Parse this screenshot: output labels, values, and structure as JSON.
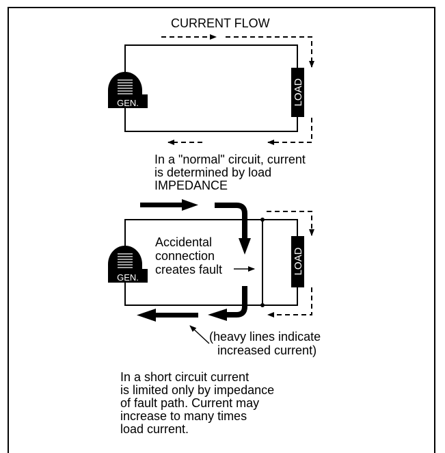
{
  "diagram1": {
    "title": "CURRENT FLOW",
    "generator_label": "GEN.",
    "load_label": "LOAD",
    "caption": [
      "In a \"normal\" circuit, current",
      "is determined by load",
      "IMPEDANCE"
    ]
  },
  "diagram2": {
    "generator_label": "GEN.",
    "load_label": "LOAD",
    "fault_label": [
      "Accidental",
      "connection",
      "creates fault"
    ],
    "heavy_note": [
      "(heavy lines indicate",
      "increased current)"
    ],
    "caption": [
      "In a short circuit current",
      "is limited only by impedance",
      "of fault path. Current may",
      "increase to many times",
      "load current."
    ]
  }
}
